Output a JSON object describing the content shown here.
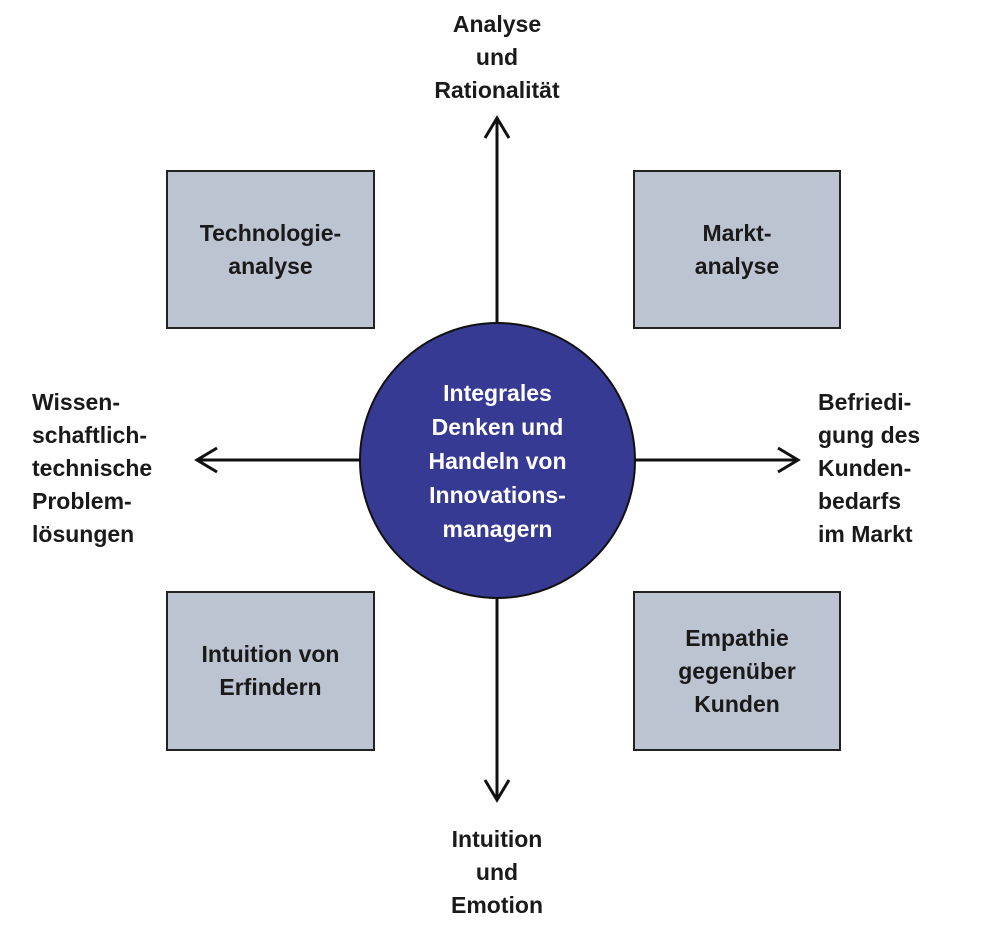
{
  "axes": {
    "top": "Analyse\nund\nRationalität",
    "bottom": "Intuition\nund\nEmotion",
    "left": "Wissen-\nschaftlich-\ntechnische\nProblem-\nlösungen",
    "right": "Befriedi-\ngung des\nKunden-\nbedarfs\nim Markt"
  },
  "center": "Integrales\nDenken und\nHandeln von\nInnovations-\nmanagern",
  "boxes": {
    "top_left": "Technologie-\nanalyse",
    "top_right": "Markt-\nanalyse",
    "bottom_left": "Intuition von\nErfindern",
    "bottom_right": "Empathie\ngegenüber\nKunden"
  },
  "colors": {
    "circle": "#363a93",
    "box": "#bcc3d1"
  }
}
